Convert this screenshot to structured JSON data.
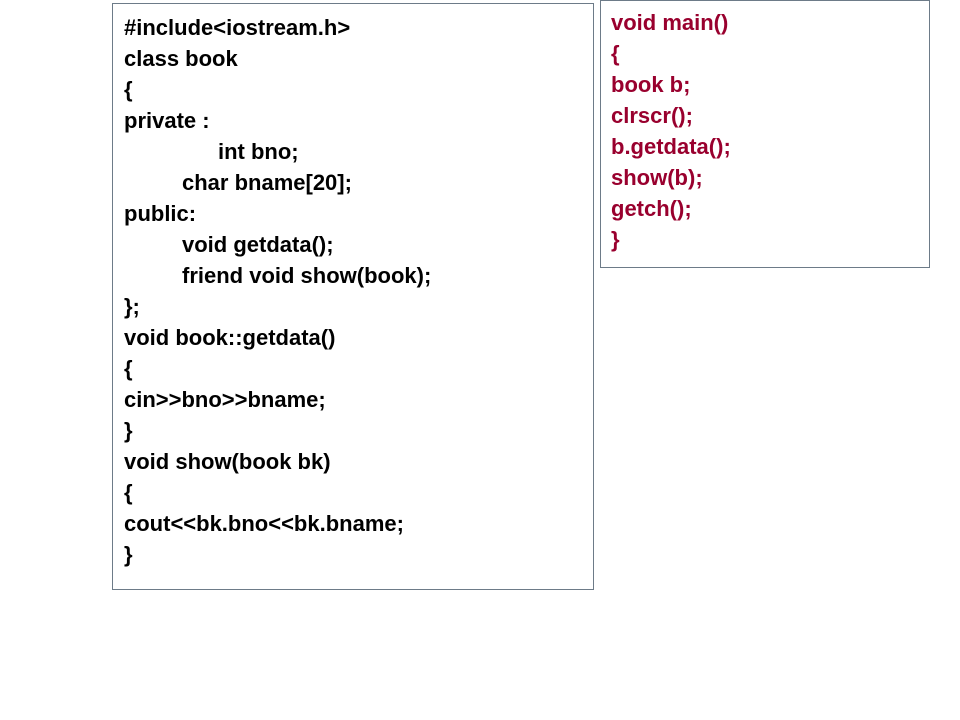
{
  "left_code": {
    "lines": [
      "#include<iostream.h>",
      "class book",
      "{",
      "private :",
      "int bno;",
      "char bname[20];",
      "public:",
      "void getdata();",
      "friend void show(book);",
      "};",
      "void book::getdata()",
      "{",
      "cin>>bno>>bname;",
      "}",
      "void show(book bk)",
      "{",
      "cout<<bk.bno<<bk.bname;",
      "}"
    ]
  },
  "right_code": {
    "lines": [
      "void main()",
      "{",
      "book b;",
      "clrscr();",
      "b.getdata();",
      "show(b);",
      "getch();",
      "}"
    ]
  },
  "colors": {
    "left_text": "#000000",
    "right_text": "#99002e",
    "border": "#6d7b88"
  }
}
